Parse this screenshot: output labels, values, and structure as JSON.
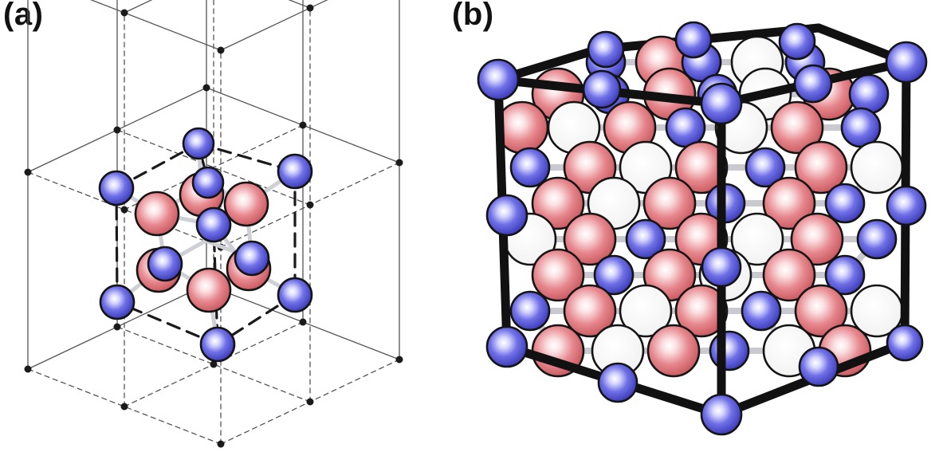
{
  "panels": [
    {
      "id": "a",
      "label": "(a)"
    },
    {
      "id": "b",
      "label": "(b)"
    }
  ],
  "colors": {
    "anion_atom": "#5252d6",
    "cation_atom": "#e07a80",
    "vacancy_atom": "#ffffff",
    "outline": "#141414",
    "grid_line": "#555555",
    "lattice_node": "#1a1a1a"
  }
}
